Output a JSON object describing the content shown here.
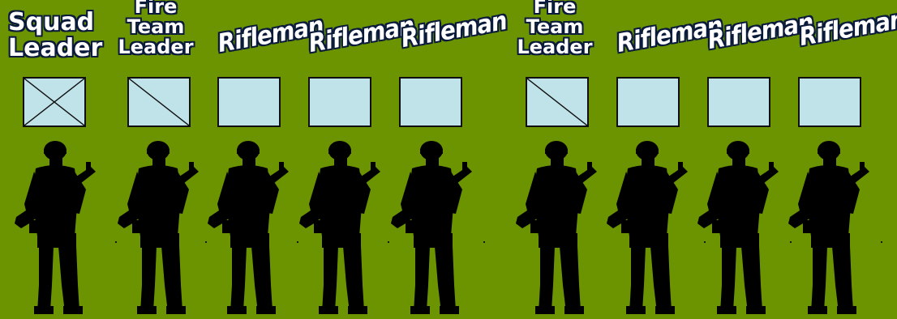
{
  "squad": [
    {
      "title": "Squad\nLeader",
      "symbol": "x"
    },
    {
      "title": "Fire\nTeam\nLeader",
      "symbol": "diag"
    },
    {
      "title": "Rifleman",
      "symbol": "none"
    },
    {
      "title": "Rifleman",
      "symbol": "none"
    },
    {
      "title": "Rifleman",
      "symbol": "none"
    },
    {
      "title": "Fire\nTeam\nLeader",
      "symbol": "diag"
    },
    {
      "title": "Rifleman",
      "symbol": "none"
    },
    {
      "title": "Rifleman",
      "symbol": "none"
    },
    {
      "title": "Rifleman",
      "symbol": "none"
    }
  ],
  "colors": {
    "background": "#6b9400",
    "box": "#bfe3e8",
    "silhouette": "#000000"
  },
  "icons": {
    "unit_symbol": "unit-box-icon",
    "soldier": "soldier-silhouette-icon"
  }
}
